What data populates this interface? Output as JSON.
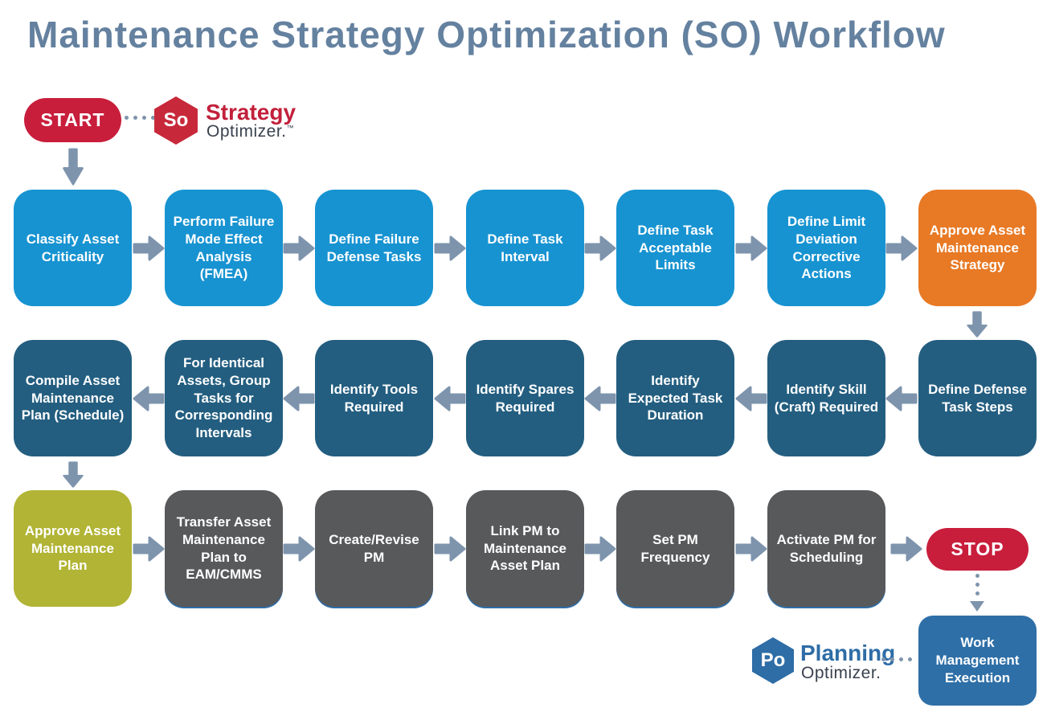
{
  "title": "Maintenance Strategy Optimization (SO) Workflow",
  "terminals": {
    "start": "START",
    "stop": "STOP"
  },
  "logos": {
    "strategy_optimizer": {
      "badge": "So",
      "line1": "Strategy",
      "line2": "Optimizer.",
      "tm": "™"
    },
    "planning_optimizer": {
      "badge": "Po",
      "line1": "Planning",
      "line2": "Optimizer."
    }
  },
  "rows": [
    {
      "direction": "left-to-right",
      "boxes": [
        {
          "label": "Classify Asset Criticality"
        },
        {
          "label": "Perform Failure Mode Effect Analysis (FMEA)"
        },
        {
          "label": "Define Failure Defense Tasks"
        },
        {
          "label": "Define Task Interval"
        },
        {
          "label": "Define Task Acceptable Limits"
        },
        {
          "label": "Define Limit Deviation Corrective Actions"
        },
        {
          "label": "Approve Asset Maintenance Strategy"
        }
      ]
    },
    {
      "direction": "right-to-left",
      "boxes": [
        {
          "label": "Compile Asset Maintenance Plan (Schedule)"
        },
        {
          "label": "For Identical Assets, Group Tasks for Corresponding Intervals"
        },
        {
          "label": "Identify Tools Required"
        },
        {
          "label": "Identify Spares Required"
        },
        {
          "label": "Identify Expected Task Duration"
        },
        {
          "label": "Identify Skill (Craft) Required"
        },
        {
          "label": "Define Defense Task Steps"
        }
      ]
    },
    {
      "direction": "left-to-right",
      "boxes": [
        {
          "label": "Approve Asset Maintenance Plan"
        },
        {
          "label": "Transfer Asset Maintenance Plan to EAM/CMMS"
        },
        {
          "label": "Create/Revise PM"
        },
        {
          "label": "Link PM to Maintenance Asset Plan"
        },
        {
          "label": "Set PM Frequency"
        },
        {
          "label": "Activate PM for Scheduling"
        }
      ]
    }
  ],
  "final_box": {
    "label": "Work Management Execution"
  },
  "colors": {
    "title_text": "#64819f",
    "primary_blue": "#1793d1",
    "orange": "#e87925",
    "dark_teal": "#235e80",
    "olive_green": "#b1b434",
    "gray": "#58595b",
    "steel_blue": "#2e6da6",
    "terminal_red": "#c81e3c",
    "arrow_gray_blue": "#7e94ad"
  }
}
